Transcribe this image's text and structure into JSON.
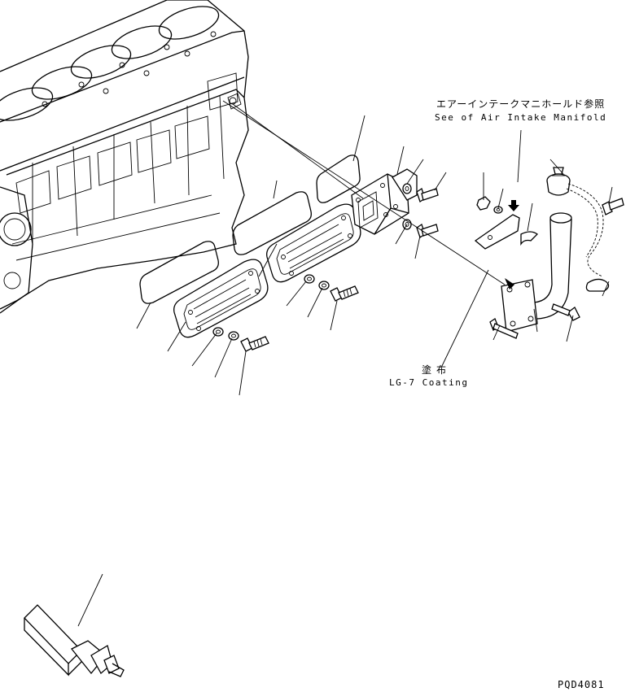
{
  "reference_note": {
    "japanese": "エアーインテークマニホールド参照",
    "english": "See of Air Intake Manifold"
  },
  "coating_note": {
    "japanese": "塗布",
    "english": "LG-7 Coating"
  },
  "drawing_number": "PQD4081"
}
